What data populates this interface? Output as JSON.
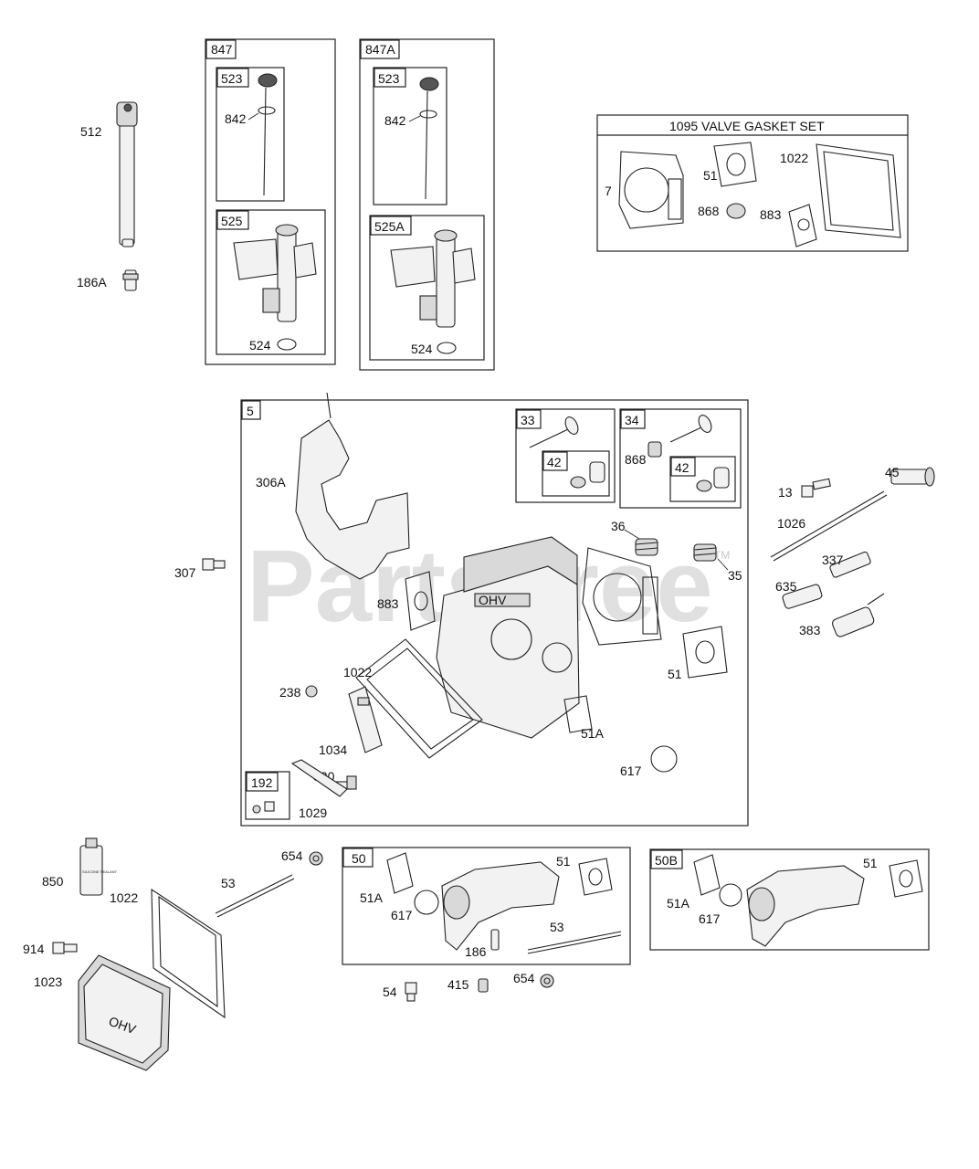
{
  "watermark": {
    "text": "PartsTree",
    "mark": "TM"
  },
  "kits": {
    "k847": "847",
    "k847A": "847A",
    "k523": "523",
    "k525": "525",
    "k525A": "525A",
    "valve_gasket_set": "1095 VALVE GASKET SET",
    "k5": "5",
    "k33": "33",
    "k34": "34",
    "k42": "42",
    "k192": "192",
    "k50": "50",
    "k50B": "50B"
  },
  "callouts": {
    "p512": "512",
    "p186A": "186A",
    "p842": "842",
    "p524": "524",
    "p7": "7",
    "p51": "51",
    "p1022": "1022",
    "p868": "868",
    "p883": "883",
    "p306A": "306A",
    "p307": "307",
    "p36": "36",
    "p35": "35",
    "p238": "238",
    "p1034": "1034",
    "p830": "830",
    "p1029": "1029",
    "p51A": "51A",
    "p617": "617",
    "p13": "13",
    "p45": "45",
    "p1026": "1026",
    "p337": "337",
    "p635": "635",
    "p383": "383",
    "p850": "850",
    "p53": "53",
    "p654": "654",
    "p914": "914",
    "p1023": "1023",
    "p186": "186",
    "p54": "54",
    "p415": "415"
  },
  "cover_marking": "OHV",
  "tube_text": "SILICONE SEALANT"
}
